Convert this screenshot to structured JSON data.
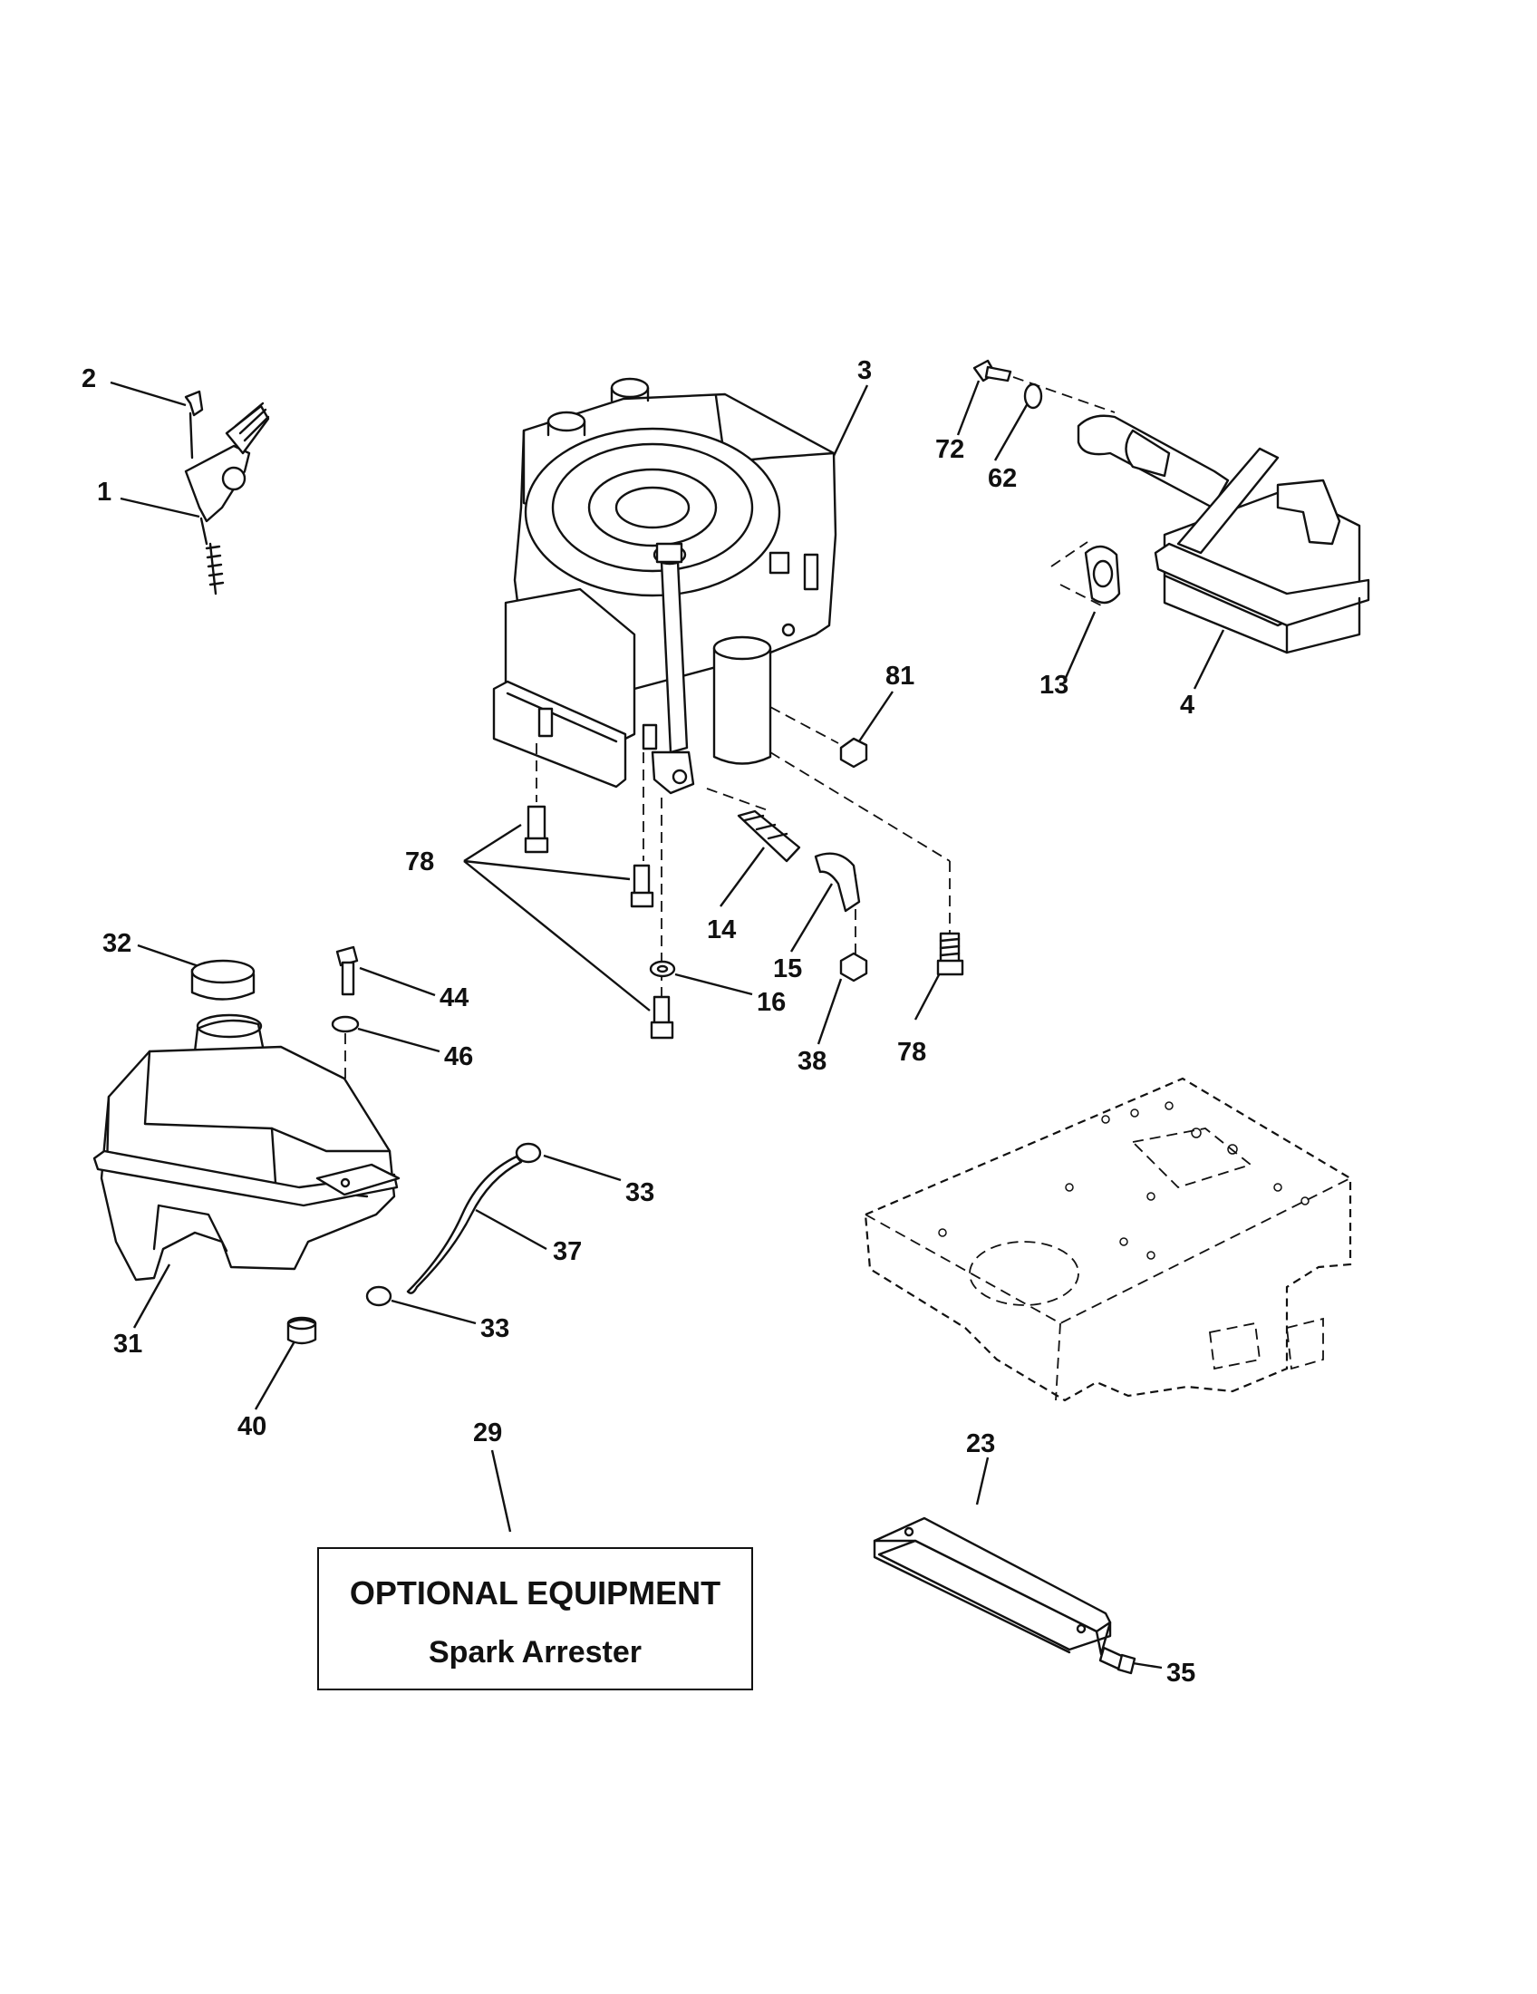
{
  "labels": {
    "p1": "1",
    "p2": "2",
    "p3": "3",
    "p4": "4",
    "p13": "13",
    "p14": "14",
    "p15": "15",
    "p16": "16",
    "p23": "23",
    "p29": "29",
    "p31": "31",
    "p32": "32",
    "p33a": "33",
    "p33b": "33",
    "p35": "35",
    "p37": "37",
    "p38": "38",
    "p40": "40",
    "p44": "44",
    "p46": "46",
    "p62": "62",
    "p72": "72",
    "p78a": "78",
    "p78b": "78",
    "p81": "81"
  },
  "optional_box": {
    "title": "OPTIONAL EQUIPMENT",
    "subtitle": "Spark Arrester"
  }
}
